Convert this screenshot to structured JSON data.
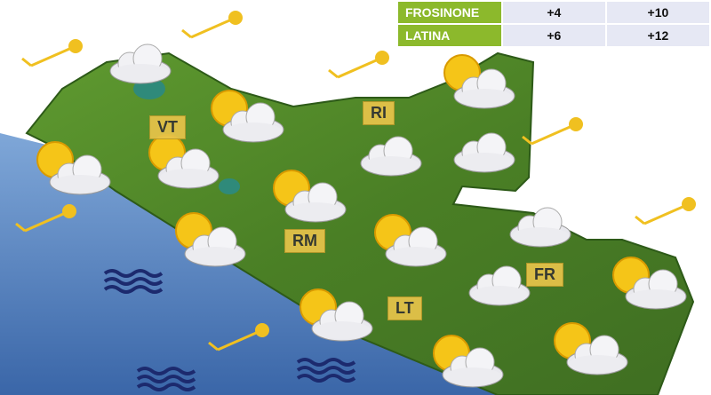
{
  "table": {
    "rows": [
      {
        "city": "FROSINONE",
        "min": "+4",
        "max": "+10"
      },
      {
        "city": "LATINA",
        "min": "+6",
        "max": "+12"
      }
    ]
  },
  "labels": {
    "vt": "VT",
    "ri": "RI",
    "rm": "RM",
    "fr": "FR",
    "lt": "LT"
  },
  "colors": {
    "sea": "#4a78b8",
    "land": "#4f8a2a",
    "table_city": "#8cb92c",
    "label": "#e8c44a",
    "wind": "#f0c020",
    "waves": "#1c2a6e"
  }
}
